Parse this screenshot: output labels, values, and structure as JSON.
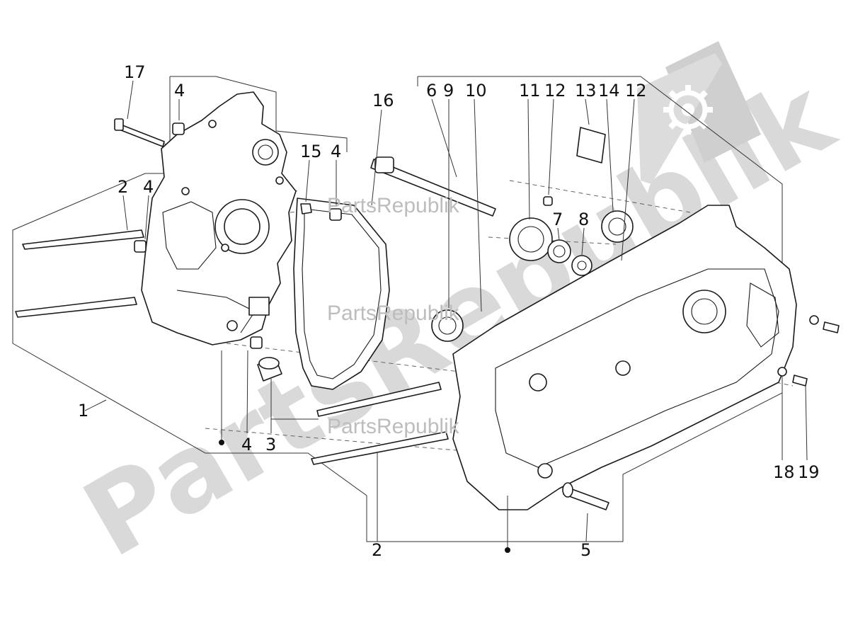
{
  "watermark": {
    "big_text": "PartsRepublik",
    "small_text": "PartsRepublik",
    "logo_icon": "gear-flag-icon"
  },
  "callouts": [
    {
      "id": "c17",
      "label": "17"
    },
    {
      "id": "c4a",
      "label": "4"
    },
    {
      "id": "c15",
      "label": "15"
    },
    {
      "id": "c4b",
      "label": "4"
    },
    {
      "id": "c2a",
      "label": "2"
    },
    {
      "id": "c4c",
      "label": "4"
    },
    {
      "id": "c16",
      "label": "16"
    },
    {
      "id": "c6",
      "label": "6"
    },
    {
      "id": "c9",
      "label": "9"
    },
    {
      "id": "c10",
      "label": "10"
    },
    {
      "id": "c11",
      "label": "11"
    },
    {
      "id": "c12a",
      "label": "12"
    },
    {
      "id": "c13",
      "label": "13"
    },
    {
      "id": "c14",
      "label": "14"
    },
    {
      "id": "c12b",
      "label": "12"
    },
    {
      "id": "c7",
      "label": "7"
    },
    {
      "id": "c8",
      "label": "8"
    },
    {
      "id": "c1",
      "label": "1"
    },
    {
      "id": "c4d",
      "label": "4"
    },
    {
      "id": "c3",
      "label": "3"
    },
    {
      "id": "c18",
      "label": "18"
    },
    {
      "id": "c19",
      "label": "19"
    },
    {
      "id": "c2b",
      "label": "2"
    },
    {
      "id": "c5",
      "label": "5"
    }
  ],
  "colors": {
    "line": "#1a1a1a",
    "watermark": "#d9d9d9",
    "background": "#ffffff"
  }
}
